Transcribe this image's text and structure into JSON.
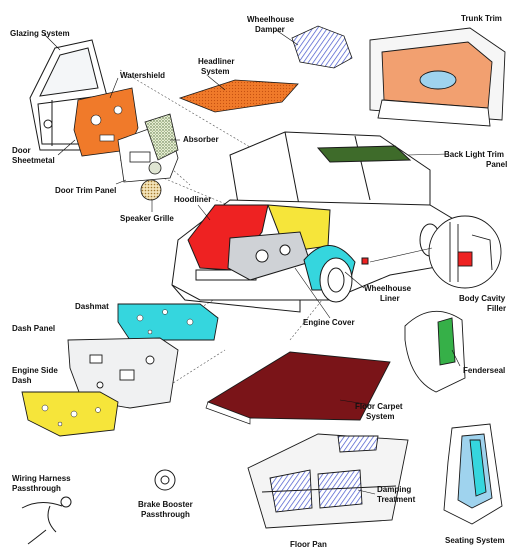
{
  "colors": {
    "outline": "#1a1a1a",
    "line": "#333333",
    "orange": "#f07a2a",
    "trunk_orange": "#f2a070",
    "red": "#ee2222",
    "yellow": "#f6e53a",
    "cyan": "#35d6de",
    "maroon": "#7a1418",
    "green_dark": "#3e6b2a",
    "green": "#36b048",
    "blue_pattern": "#4455cc",
    "light_blue": "#9fd3ee",
    "gray": "#cfd2d6"
  },
  "labels": {
    "glazing_system": "Glazing System",
    "watershield": "Watershield",
    "door_sheetmetal_1": "Door",
    "door_sheetmetal_2": "Sheetmetal",
    "absorber": "Absorber",
    "door_trim_panel": "Door Trim Panel",
    "speaker_grille": "Speaker Grille",
    "headliner_1": "Headliner",
    "headliner_2": "System",
    "wheelhouse_damper_1": "Wheelhouse",
    "wheelhouse_damper_2": "Damper",
    "trunk_trim": "Trunk Trim",
    "back_light_1": "Back Light Trim",
    "back_light_2": "Panel",
    "hoodliner": "Hoodliner",
    "wheelhouse_liner_1": "Wheelhouse",
    "wheelhouse_liner_2": "Liner",
    "body_cavity_1": "Body Cavity",
    "body_cavity_2": "Filler",
    "engine_cover": "Engine Cover",
    "dashmat": "Dashmat",
    "dash_panel": "Dash Panel",
    "engine_side_1": "Engine Side",
    "engine_side_2": "Dash",
    "fenderseal": "Fenderseal",
    "floor_carpet_1": "Floor Carpet",
    "floor_carpet_2": "System",
    "wiring_1": "Wiring Harness",
    "wiring_2": "Passthrough",
    "brake_1": "Brake Booster",
    "brake_2": "Passthrough",
    "damping_1": "Damping",
    "damping_2": "Treatment",
    "floor_pan": "Floor Pan",
    "seating_system": "Seating System"
  }
}
